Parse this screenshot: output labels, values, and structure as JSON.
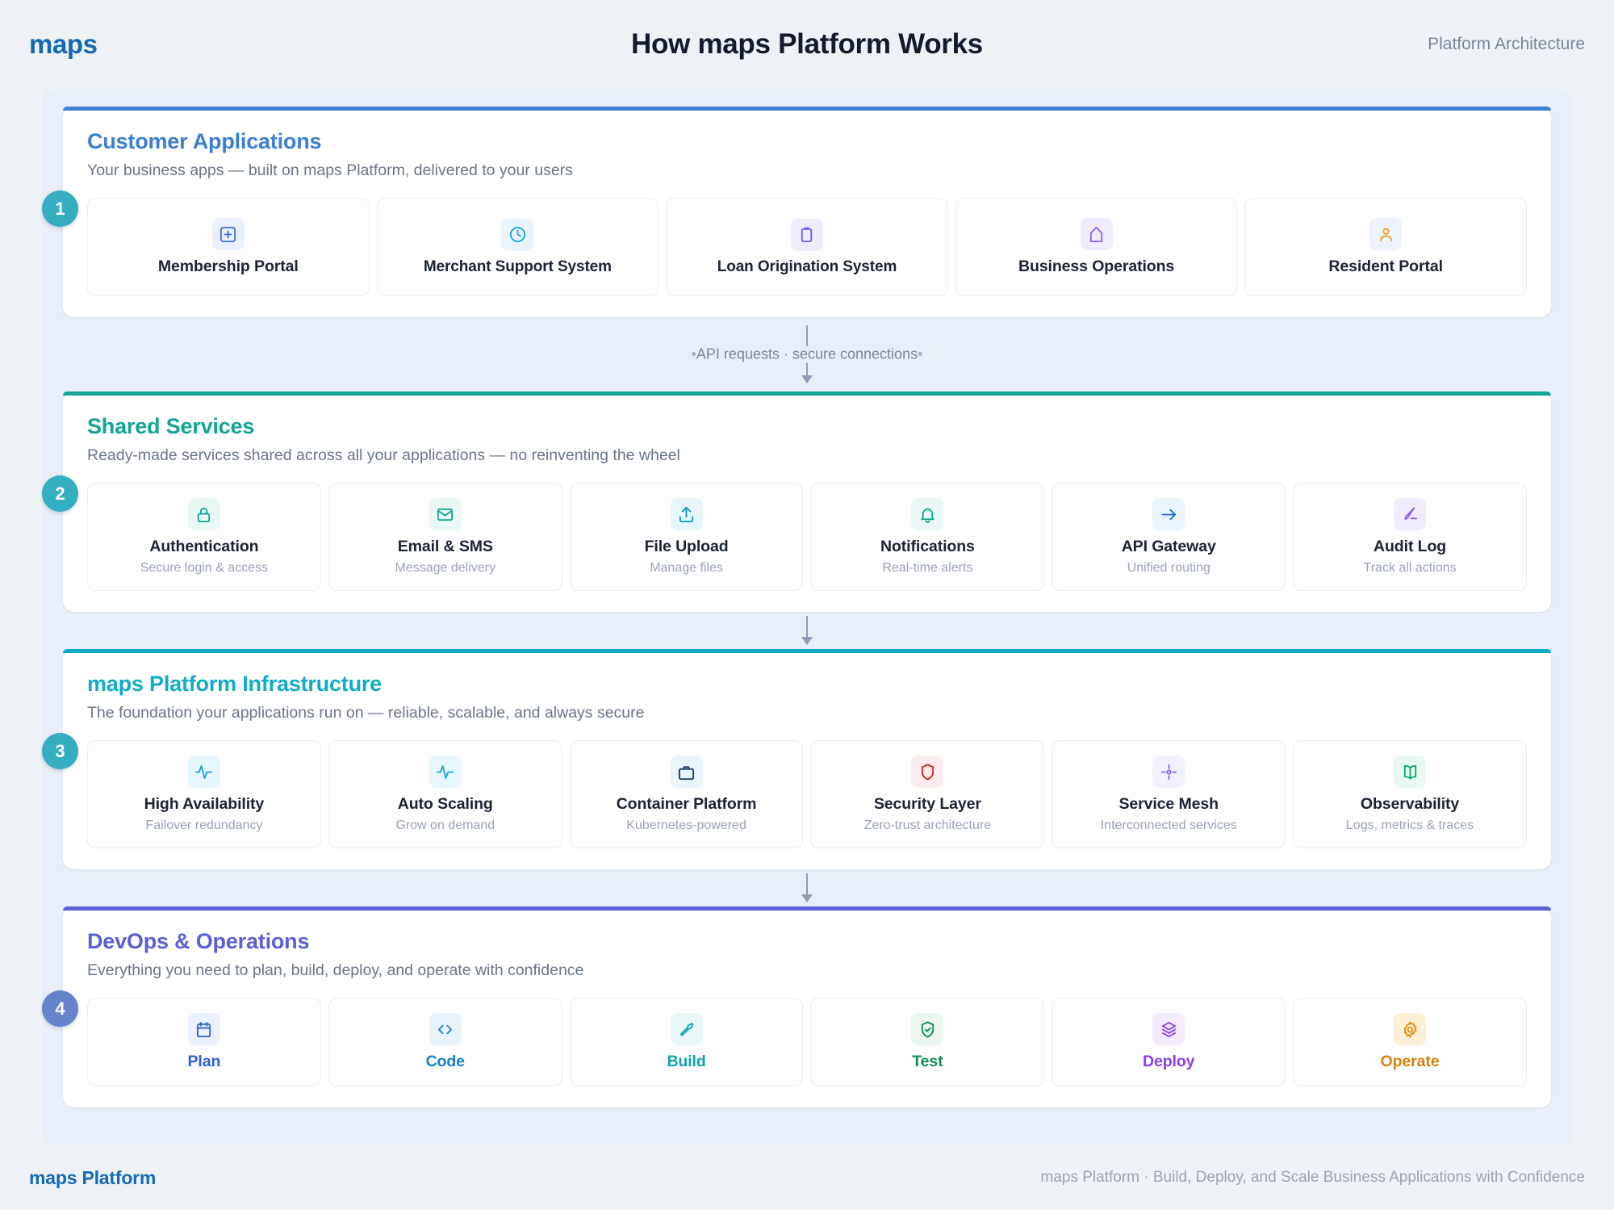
{
  "header": {
    "brand": "maps",
    "title": "How maps Platform Works",
    "right_label": "Platform Architecture"
  },
  "footer": {
    "brand": "maps Platform",
    "note": "maps Platform · Build, Deploy, and Scale Business Applications with Confidence"
  },
  "colors": {
    "accent_blue": "#3a7fd5",
    "accent_teal": "#12a594",
    "accent_cyan": "#0eacc8",
    "accent_indigo": "#5a5fd6",
    "badge_1": "#35aec2",
    "badge_2": "#35aec2",
    "badge_3": "#35aec2",
    "badge_4": "#6683cc",
    "brand_blue": "#1469b4"
  },
  "sections": [
    {
      "number": "1",
      "title": "Customer Applications",
      "subtitle": "Your business apps — built on maps Platform, delivered to your users",
      "accent": "#3a7fd5",
      "badge_color": "#35aec2",
      "card_height": "tall",
      "cards": [
        {
          "label": "Membership Portal",
          "desc": "",
          "icon": "plus-square-icon",
          "icon_color": "#3a6fd8",
          "icon_bg": "#eaf0fd"
        },
        {
          "label": "Merchant Support System",
          "desc": "",
          "icon": "clock-icon",
          "icon_color": "#12a6d8",
          "icon_bg": "#e9f4fd"
        },
        {
          "label": "Loan Origination System",
          "desc": "",
          "icon": "clipboard-icon",
          "icon_color": "#6b5ce0",
          "icon_bg": "#eeecfd"
        },
        {
          "label": "Business Operations",
          "desc": "",
          "icon": "home-icon",
          "icon_color": "#8b5cf0",
          "icon_bg": "#f1ecfd"
        },
        {
          "label": "Resident Portal",
          "desc": "",
          "icon": "user-icon",
          "icon_color": "#f0a020",
          "icon_bg": "#eef3fb"
        }
      ]
    },
    {
      "number": "2",
      "title": "Shared Services",
      "subtitle": "Ready-made services shared across all your applications — no reinventing the wheel",
      "accent": "#12a594",
      "badge_color": "#35aec2",
      "card_height": "tall",
      "cards": [
        {
          "label": "Authentication",
          "desc": "Secure login & access",
          "icon": "lock-icon",
          "icon_color": "#0fa593",
          "icon_bg": "#e9f8f4"
        },
        {
          "label": "Email & SMS",
          "desc": "Message delivery",
          "icon": "mail-icon",
          "icon_color": "#0fa593",
          "icon_bg": "#e9f8f4"
        },
        {
          "label": "File Upload",
          "desc": "Manage files",
          "icon": "upload-icon",
          "icon_color": "#089ab0",
          "icon_bg": "#e8f6fa"
        },
        {
          "label": "Notifications",
          "desc": "Real-time alerts",
          "icon": "bell-icon",
          "icon_color": "#0fa593",
          "icon_bg": "#e9f8f4"
        },
        {
          "label": "API Gateway",
          "desc": "Unified routing",
          "icon": "arrow-right-icon",
          "icon_color": "#1668c7",
          "icon_bg": "#eaf4fc"
        },
        {
          "label": "Audit Log",
          "desc": "Track all actions",
          "icon": "pen-icon",
          "icon_color": "#8b5cf0",
          "icon_bg": "#f1ecfd"
        }
      ]
    },
    {
      "number": "3",
      "title": "maps Platform Infrastructure",
      "subtitle": "The foundation your applications run on — reliable, scalable, and always secure",
      "accent": "#0eacc8",
      "badge_color": "#35aec2",
      "card_height": "tall",
      "cards": [
        {
          "label": "High Availability",
          "desc": "Failover redundancy",
          "icon": "activity-icon",
          "icon_color": "#19a6d8",
          "icon_bg": "#e8f6fd"
        },
        {
          "label": "Auto Scaling",
          "desc": "Grow on demand",
          "icon": "activity-icon",
          "icon_color": "#19a6d8",
          "icon_bg": "#e8f6fd"
        },
        {
          "label": "Container Platform",
          "desc": "Kubernetes-powered",
          "icon": "briefcase-icon",
          "icon_color": "#123a5e",
          "icon_bg": "#e9f4fb"
        },
        {
          "label": "Security Layer",
          "desc": "Zero-trust architecture",
          "icon": "shield-icon",
          "icon_color": "#d3202b",
          "icon_bg": "#fdecec"
        },
        {
          "label": "Service Mesh",
          "desc": "Interconnected services",
          "icon": "node-icon",
          "icon_color": "#8b5cf0",
          "icon_bg": "#f0f1fd"
        },
        {
          "label": "Observability",
          "desc": "Logs, metrics & traces",
          "icon": "book-icon",
          "icon_color": "#09a86e",
          "icon_bg": "#e8f9f1"
        }
      ]
    },
    {
      "number": "4",
      "title": "DevOps & Operations",
      "subtitle": "Everything you need to plan, build, deploy, and operate with confidence",
      "accent": "#5a5fd6",
      "badge_color": "#6683cc",
      "card_height": "short",
      "cards": [
        {
          "label": "Plan",
          "desc": "",
          "icon": "calendar-icon",
          "icon_color": "#2e5fd0",
          "icon_bg": "#eaf0fd",
          "label_color": "#2e5fd0"
        },
        {
          "label": "Code",
          "desc": "",
          "icon": "code-icon",
          "icon_color": "#1682c4",
          "icon_bg": "#e9f3fc",
          "label_color": "#1682c4"
        },
        {
          "label": "Build",
          "desc": "",
          "icon": "wrench-icon",
          "icon_color": "#11a3ae",
          "icon_bg": "#e8f7f8",
          "label_color": "#11a3ae"
        },
        {
          "label": "Test",
          "desc": "",
          "icon": "shield-check-icon",
          "icon_color": "#0f8a55",
          "icon_bg": "#e9f7ef",
          "label_color": "#0f8a55"
        },
        {
          "label": "Deploy",
          "desc": "",
          "icon": "layers-icon",
          "icon_color": "#8b3fe8",
          "icon_bg": "#f4ecfd",
          "label_color": "#8b3fe8"
        },
        {
          "label": "Operate",
          "desc": "",
          "icon": "gear-icon",
          "icon_color": "#e08a14",
          "icon_bg": "#fdf0d6",
          "label_color": "#d5830f"
        }
      ]
    }
  ],
  "connectors": [
    {
      "label_left": "API requests",
      "separator": "·",
      "label_right": "secure connections",
      "has_label": true
    },
    {
      "has_label": false
    },
    {
      "has_label": false
    }
  ]
}
